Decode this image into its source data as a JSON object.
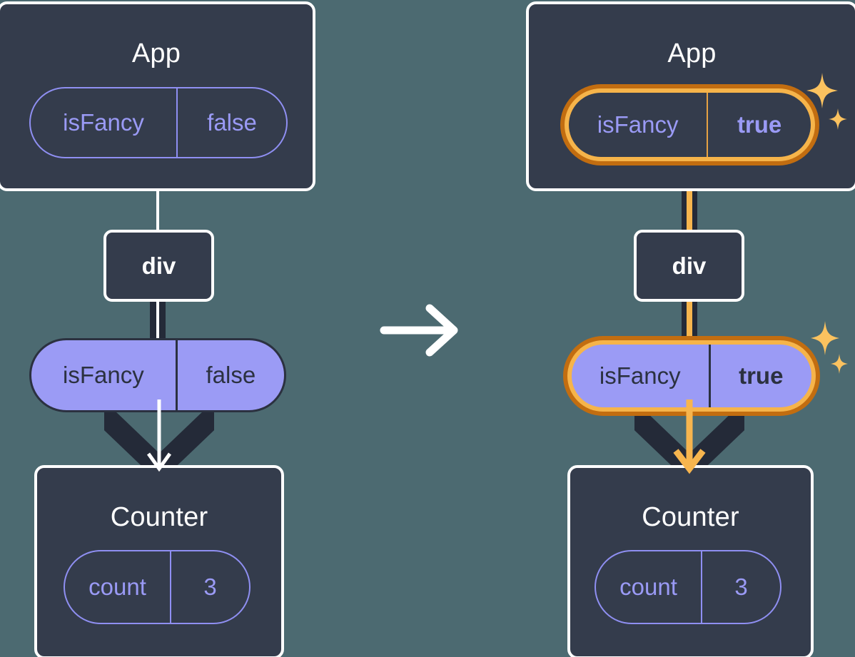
{
  "diagram": {
    "title": "React state update propagation diagram",
    "background_color": "#4c6a71",
    "transition_icon": "arrow-right-icon",
    "panels": [
      {
        "id": "before",
        "app": {
          "label": "App",
          "state": {
            "key": "isFancy",
            "value": "false",
            "highlighted": false
          }
        },
        "div": {
          "label": "div"
        },
        "prop": {
          "key": "isFancy",
          "value": "false",
          "highlighted": false
        },
        "counter": {
          "label": "Counter",
          "state": {
            "key": "count",
            "value": "3"
          }
        }
      },
      {
        "id": "after",
        "app": {
          "label": "App",
          "state": {
            "key": "isFancy",
            "value": "true",
            "highlighted": true
          }
        },
        "div": {
          "label": "div"
        },
        "prop": {
          "key": "isFancy",
          "value": "true",
          "highlighted": true
        },
        "counter": {
          "label": "Counter",
          "state": {
            "key": "count",
            "value": "3"
          }
        }
      }
    ],
    "colors": {
      "box_fill": "#343c4c",
      "box_border": "#ffffff",
      "pill_outline": "#8f8ff2",
      "pill_text": "#9a9af5",
      "pill_solid_fill": "#9b9bf5",
      "pill_solid_text": "#2b3140",
      "highlight_outer": "#c26d10",
      "highlight_inner": "#f6b44a",
      "connector_dark": "#242a38",
      "connector_light": "#ffffff",
      "connector_orange": "#f7b54e",
      "sparkle": "#fbc25f"
    },
    "sparkle_icon_name": "sparkles-icon"
  }
}
